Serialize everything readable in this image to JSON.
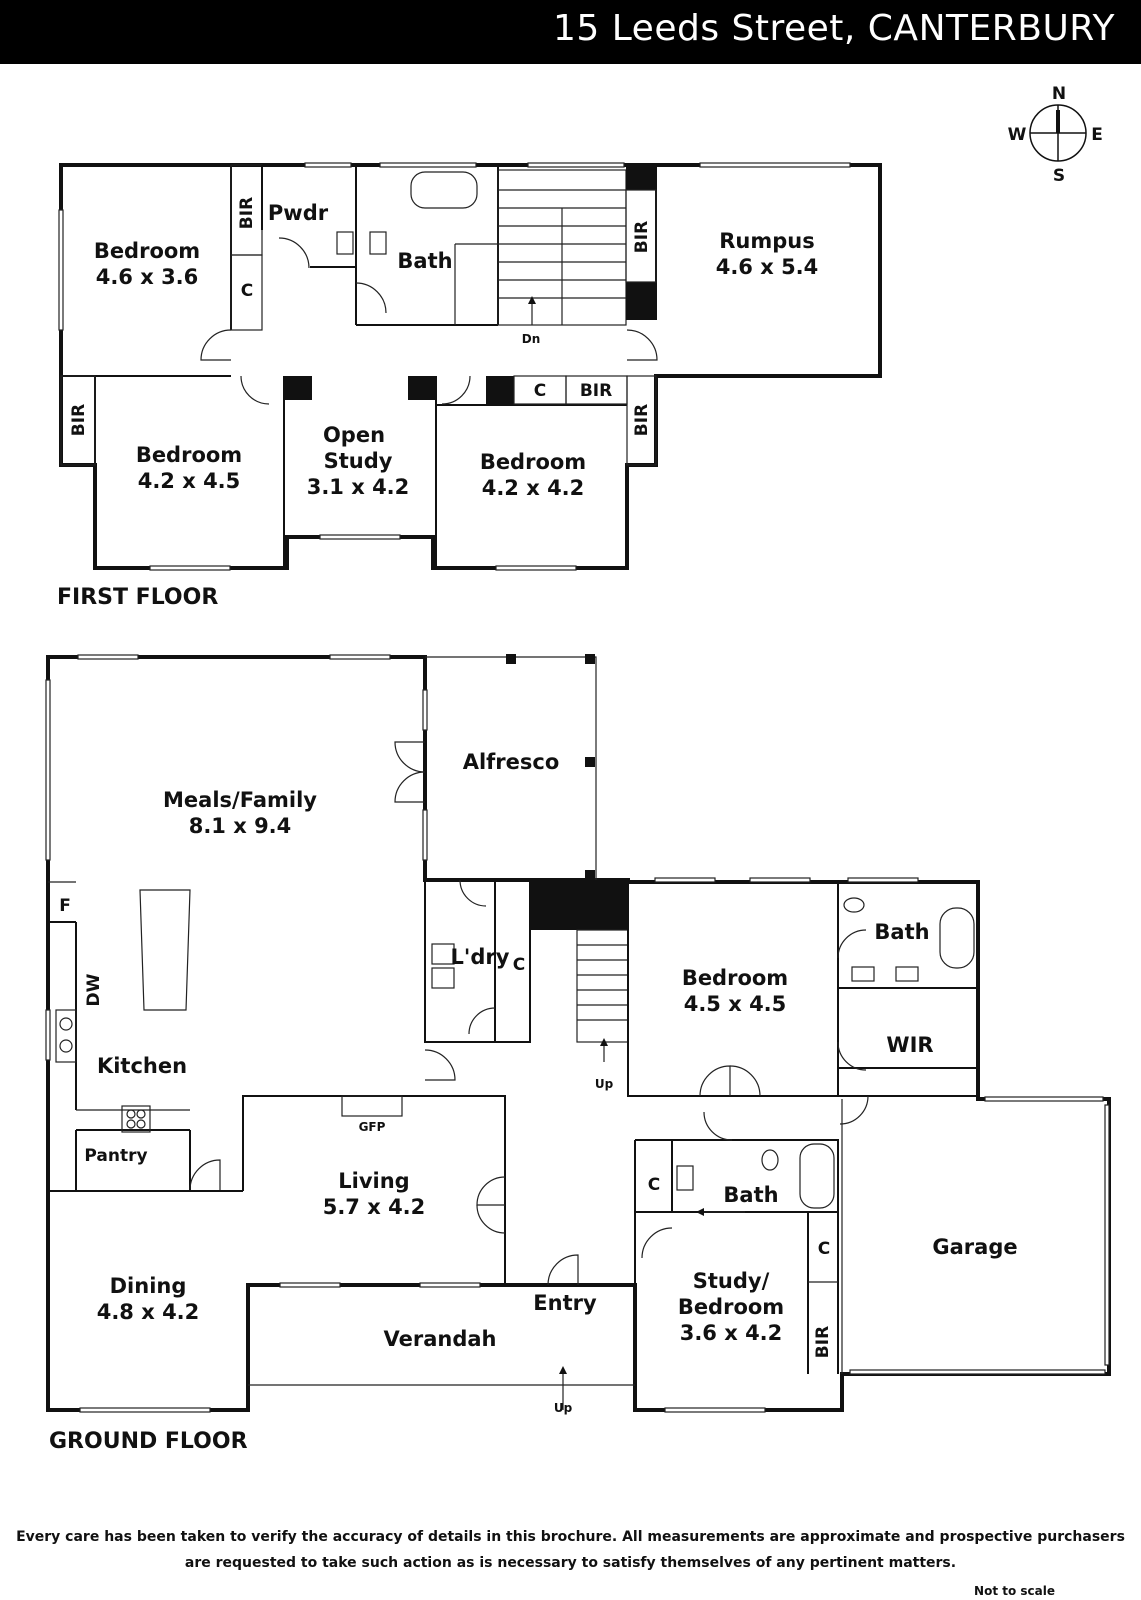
{
  "header": {
    "address": "15 Leeds Street, CANTERBURY"
  },
  "compass": {
    "n": "N",
    "s": "S",
    "e": "E",
    "w": "W"
  },
  "first_floor": {
    "heading": "FIRST FLOOR",
    "rooms": [
      {
        "name": "Bedroom",
        "size": "4.6 x 3.6"
      },
      {
        "name": "Pwdr"
      },
      {
        "name": "Bath"
      },
      {
        "name": "Rumpus",
        "size": "4.6 x 5.4"
      },
      {
        "name": "Bedroom",
        "size": "4.2 x 4.5"
      },
      {
        "name": "Open",
        "name2": "Study",
        "size": "3.1 x 4.2"
      },
      {
        "name": "Bedroom",
        "size": "4.2 x 4.2"
      }
    ],
    "labels": {
      "bir": "BIR",
      "c": "C",
      "dn": "Dn"
    }
  },
  "ground_floor": {
    "heading": "GROUND FLOOR",
    "rooms": [
      {
        "name": "Meals/Family",
        "size": "8.1 x 9.4"
      },
      {
        "name": "Alfresco"
      },
      {
        "name": "Kitchen"
      },
      {
        "name": "Pantry"
      },
      {
        "name": "L'dry"
      },
      {
        "name": "Bedroom",
        "size": "4.5 x 4.5"
      },
      {
        "name": "Bath"
      },
      {
        "name": "WIR"
      },
      {
        "name": "Living",
        "size": "5.7 x 4.2"
      },
      {
        "name": "Bath"
      },
      {
        "name": "Garage"
      },
      {
        "name": "Dining",
        "size": "4.8 x 4.2"
      },
      {
        "name": "Verandah"
      },
      {
        "name": "Entry"
      },
      {
        "name": "Study/",
        "name2": "Bedroom",
        "size": "3.6 x 4.2"
      }
    ],
    "labels": {
      "f": "F",
      "dw": "DW",
      "gfp": "GFP",
      "c": "C",
      "bir": "BIR",
      "up": "Up"
    }
  },
  "footer": {
    "disclaimer_line1": "Every care has been taken to verify the accuracy of details in this brochure.  All measurements are approximate and prospective purchasers",
    "disclaimer_line2": "are requested to take such action as is necessary to satisfy themselves of any pertinent matters.",
    "not_to_scale": "Not to scale"
  }
}
